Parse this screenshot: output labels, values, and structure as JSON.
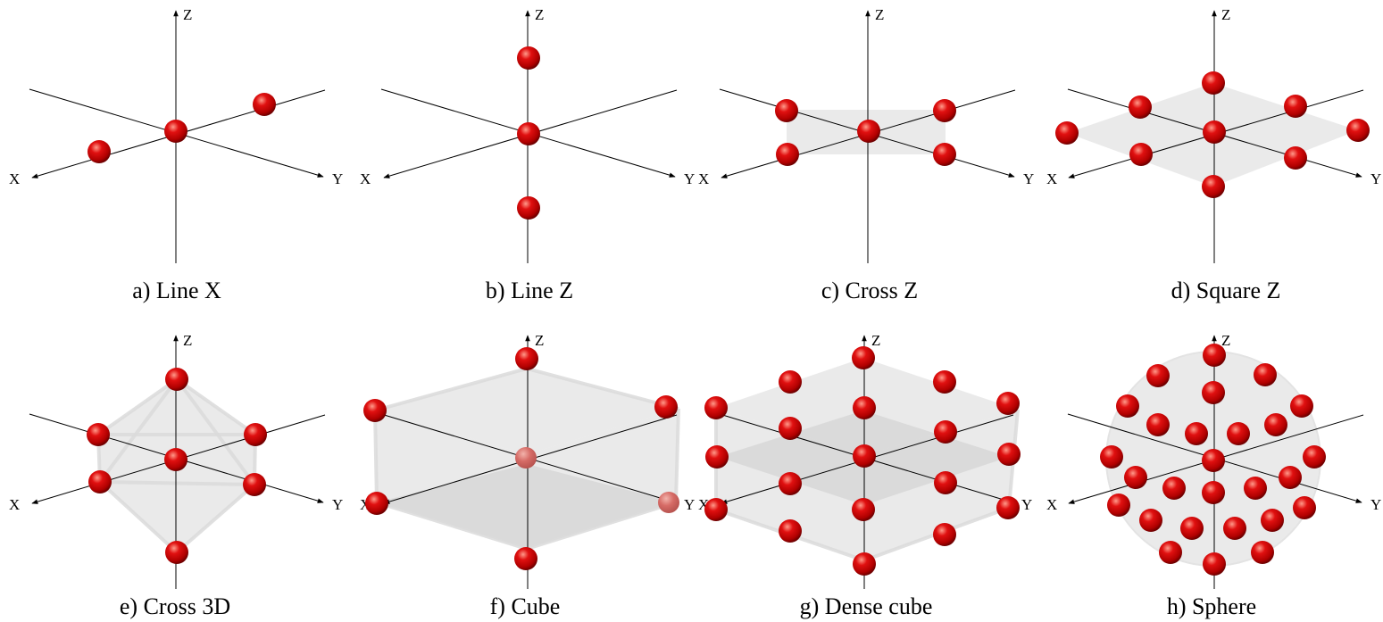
{
  "axis_labels": {
    "x": "X",
    "y": "Y",
    "z": "Z"
  },
  "colors": {
    "sphere": "#cc0000",
    "sphere_dark": "#7a0000",
    "sphere_highlight": "#ff9a8a",
    "plane": "#d9d9d9"
  },
  "panels": [
    {
      "id": "a",
      "caption": "a) Line X"
    },
    {
      "id": "b",
      "caption": "b) Line Z"
    },
    {
      "id": "c",
      "caption": "c)  Cross Z"
    },
    {
      "id": "d",
      "caption": "d) Square Z"
    },
    {
      "id": "e",
      "caption": "e) Cross 3D"
    },
    {
      "id": "f",
      "caption": "f) Cube"
    },
    {
      "id": "g",
      "caption": "g) Dense cube"
    },
    {
      "id": "h",
      "caption": "h) Sphere"
    }
  ]
}
